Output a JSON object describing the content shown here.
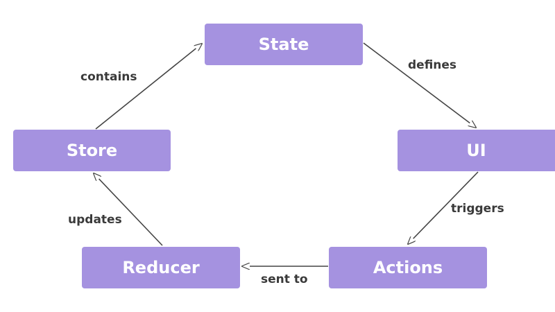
{
  "nodes": {
    "state": "State",
    "store": "Store",
    "ui": "UI",
    "reducer": "Reducer",
    "actions": "Actions"
  },
  "edges": {
    "contains": "contains",
    "defines": "defines",
    "triggers": "triggers",
    "updates": "updates",
    "sent_to": "sent to"
  },
  "colors": {
    "node_fill": "#a592e0",
    "node_text": "#ffffff",
    "line": "#444444",
    "label_text": "#3a3a3a"
  }
}
